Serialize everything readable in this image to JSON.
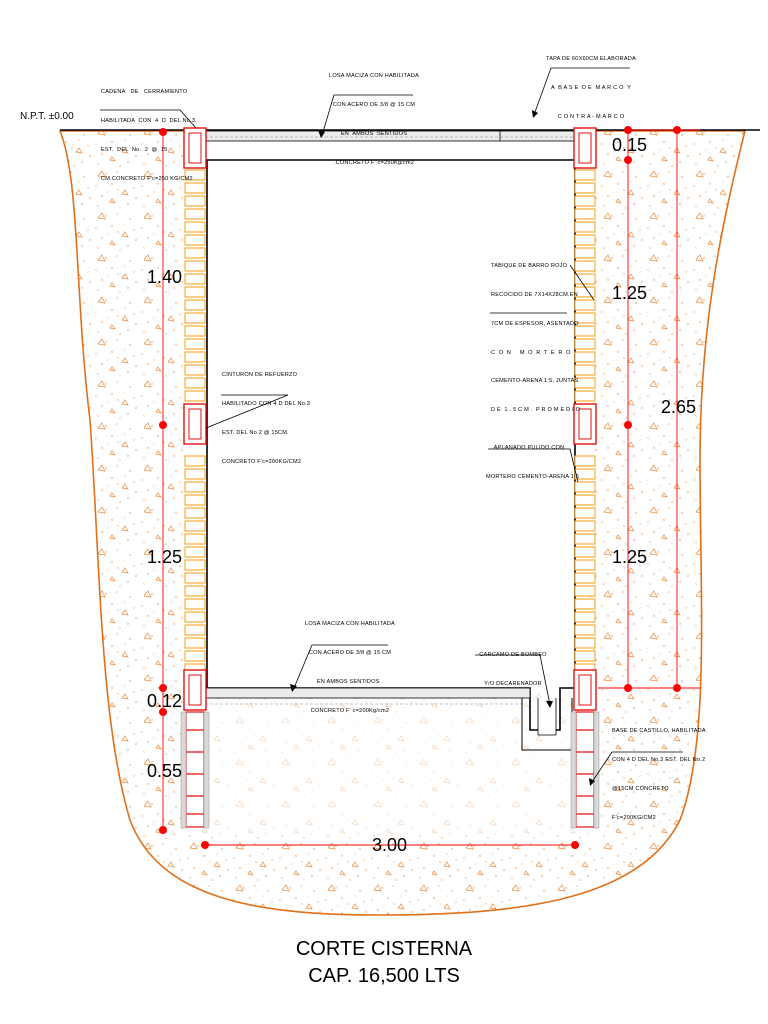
{
  "colors": {
    "soil_outline": "#e0701a",
    "soil_dots": "#e88a3a",
    "brick": "#f5a623",
    "concrete_red": "#e01010",
    "dim_red": "#ff0000",
    "line": "#000000",
    "fill_gray": "#d8d8d8"
  },
  "labels": {
    "npt": "N.P.T. ±0.00",
    "title_line1": "CORTE CISTERNA",
    "title_line2": "CAP. 16,500 LTS"
  },
  "dimensions": {
    "left_upper": "1.40",
    "left_middle": "1.25",
    "left_bottom_slab": "0.12",
    "left_footing": "0.55",
    "right_top": "0.15",
    "right_upper": "1.25",
    "right_total": "2.65",
    "right_lower": "1.25",
    "width": "3.00"
  },
  "notes": {
    "top_chain": [
      "CADENA   DE   CERRAMIENTO",
      "HABILITADA  CON  4  D  DEL No.3,",
      "EST.  DEL  No.  2  @  15",
      "CM.CONCRETO F'c=250 KG/CM2"
    ],
    "top_slab": [
      "LOSA MACIZA CON HABILITADA",
      "CON ACERO DE 3/8 @ 15 CM",
      "EN  AMBOS  SENTIDOS",
      ".CONCRETO F' c=250Kg/cm2"
    ],
    "lid": [
      "TAPA DE 60X60CM ELABORADA",
      "A  B A S E  D E  M A R C O  Y",
      "C O N T R A - M A R C O"
    ],
    "wall": [
      "TABIQUE DE BARRO ROJO",
      "RECOCIDO DE 7X14X28CM.EN",
      "7CM DE ESPESOR, ASENTADO",
      "C  O  N     M  O  R  T  E  R  O",
      "CEMENTO-ARENA 1:5, JUNTAS",
      "D E  1 . 5 C M .  P R O M E D I O"
    ],
    "belt": [
      "CINTURON DE REFUERZO",
      "HABILITADO CON 4 D DEL No.3",
      "EST. DEL No.2 @ 15CM.",
      "CONCRETO F'c=200KG/CM2"
    ],
    "plaster": [
      "APLANADO PULIDO CON",
      "MORTERO CEMENTO-ARENA 1:5"
    ],
    "bottom_slab": [
      "LOSA MACIZA CON HABILITADA",
      "CON ACERO DE 3/8 @ 15 CM",
      "EN AMBOS SENTIDOS .",
      "CONCRETO F' c=200Kg/cm2"
    ],
    "pump": [
      "CARCAMO DE BOMBEO",
      "Y/O DECARENADOR"
    ],
    "column_base": [
      "BASE DE CASTILLO, HABILITADA",
      "CON 4 D DEL No.3 EST. DEL No.2",
      "@15CM CONCRETO",
      "F'c=200KG/CM2"
    ]
  }
}
